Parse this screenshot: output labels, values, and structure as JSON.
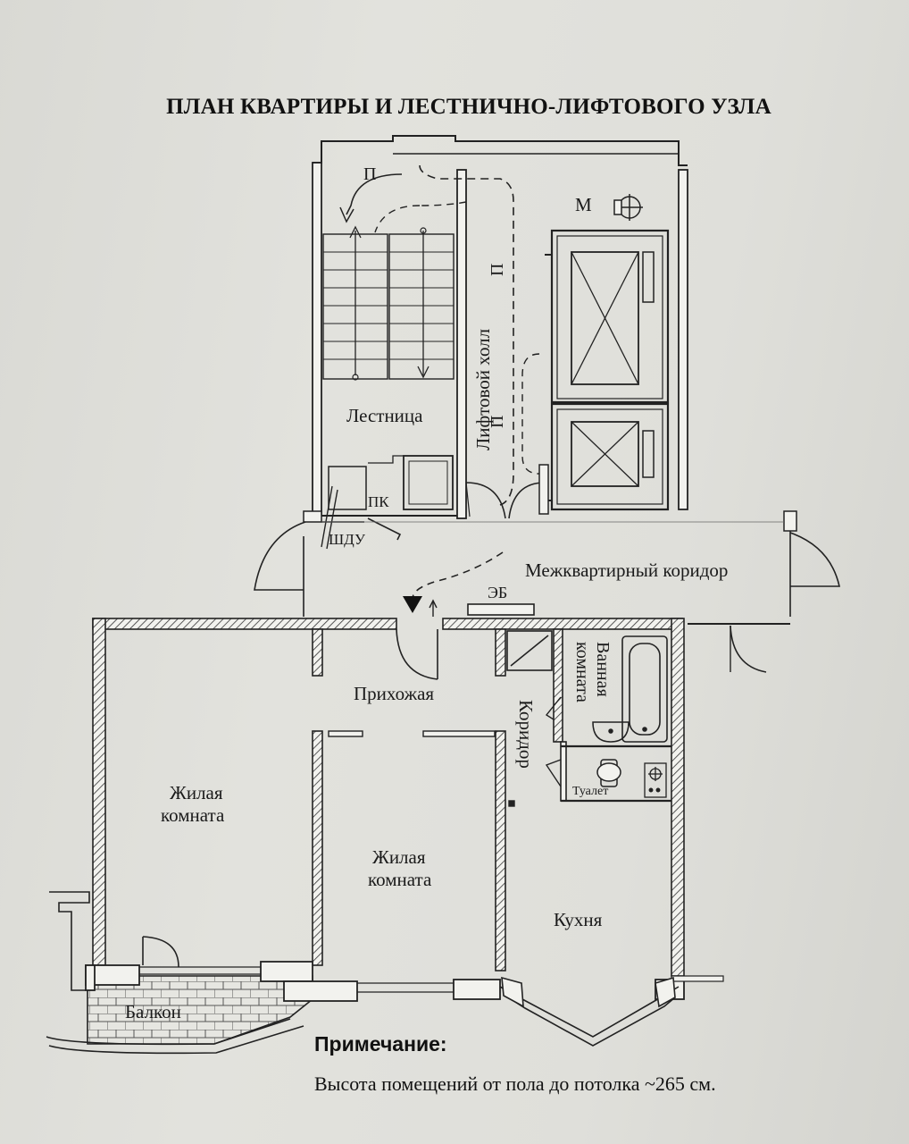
{
  "title": "ПЛАН КВАРТИРЫ И ЛЕСТНИЧНО-ЛИФТОВОГО УЗЛА",
  "rooms": {
    "stairs": "Лестница",
    "lift_hall": "Лифтовой холл",
    "corridor_common": "Межквартирный коридор",
    "hallway": "Прихожая",
    "corridor": "Коридор",
    "bathroom_line1": "Ванная",
    "bathroom_line2": "комната",
    "toilet": "Туалет",
    "living1_line1": "Жилая",
    "living1_line2": "комната",
    "living2_line1": "Жилая",
    "living2_line2": "комната",
    "kitchen": "Кухня",
    "balcony": "Балкон"
  },
  "markers": {
    "p": "П",
    "m": "М",
    "pk": "ПК",
    "shdu": "ШДУ",
    "eb": "ЭБ"
  },
  "note": {
    "title": "Примечание:",
    "text": "Высота помещений от пола до потолка  ~265 см."
  }
}
